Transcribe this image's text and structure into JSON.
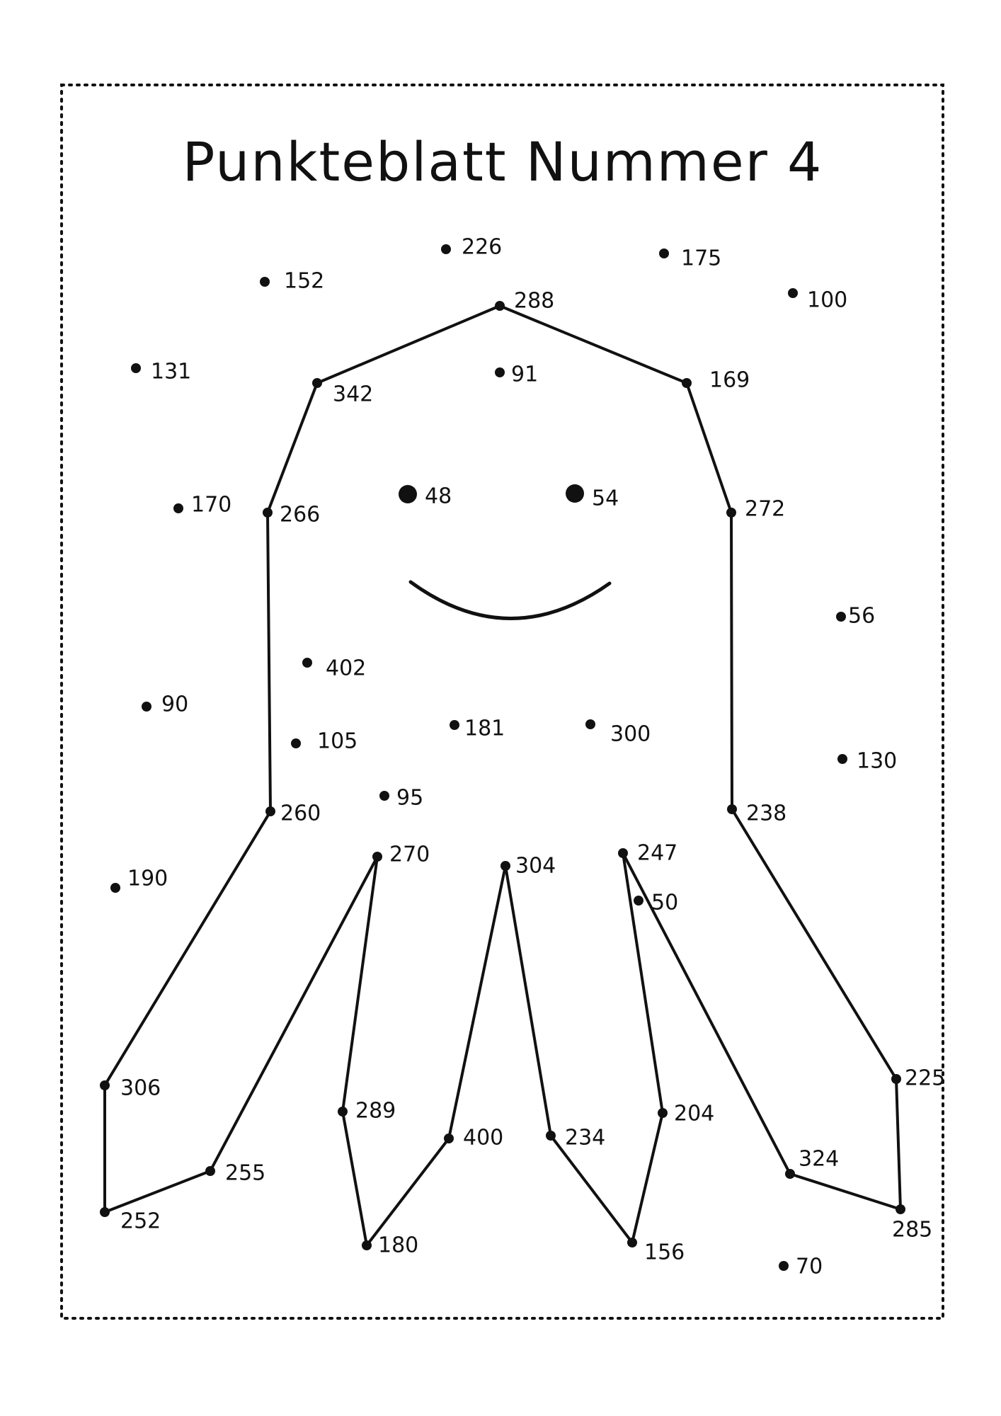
{
  "sheet": {
    "title": "Punkteblatt Nummer 4"
  },
  "points": [
    {
      "label": "226"
    },
    {
      "label": "175"
    },
    {
      "label": "152"
    },
    {
      "label": "100"
    },
    {
      "label": "288"
    },
    {
      "label": "131"
    },
    {
      "label": "91"
    },
    {
      "label": "342"
    },
    {
      "label": "169"
    },
    {
      "label": "170"
    },
    {
      "label": "266"
    },
    {
      "label": "48"
    },
    {
      "label": "54"
    },
    {
      "label": "272"
    },
    {
      "label": "56"
    },
    {
      "label": "402"
    },
    {
      "label": "90"
    },
    {
      "label": "181"
    },
    {
      "label": "300"
    },
    {
      "label": "105"
    },
    {
      "label": "130"
    },
    {
      "label": "95"
    },
    {
      "label": "260"
    },
    {
      "label": "238"
    },
    {
      "label": "270"
    },
    {
      "label": "304"
    },
    {
      "label": "247"
    },
    {
      "label": "190"
    },
    {
      "label": "50"
    },
    {
      "label": "306"
    },
    {
      "label": "225"
    },
    {
      "label": "289"
    },
    {
      "label": "204"
    },
    {
      "label": "400"
    },
    {
      "label": "234"
    },
    {
      "label": "255"
    },
    {
      "label": "324"
    },
    {
      "label": "252"
    },
    {
      "label": "285"
    },
    {
      "label": "180"
    },
    {
      "label": "156"
    },
    {
      "label": "70"
    }
  ],
  "connections": [
    [
      "306",
      "260"
    ],
    [
      "260",
      "266"
    ],
    [
      "266",
      "342"
    ],
    [
      "342",
      "288"
    ],
    [
      "288",
      "169"
    ],
    [
      "169",
      "272"
    ],
    [
      "272",
      "238"
    ],
    [
      "238",
      "225"
    ],
    [
      "225",
      "285"
    ],
    [
      "285",
      "324"
    ],
    [
      "324",
      "247"
    ],
    [
      "247",
      "204"
    ],
    [
      "204",
      "156"
    ],
    [
      "156",
      "234"
    ],
    [
      "234",
      "304"
    ],
    [
      "304",
      "400"
    ],
    [
      "400",
      "180"
    ],
    [
      "180",
      "289"
    ],
    [
      "289",
      "270"
    ],
    [
      "270",
      "255"
    ],
    [
      "255",
      "252"
    ],
    [
      "252",
      "306"
    ]
  ]
}
